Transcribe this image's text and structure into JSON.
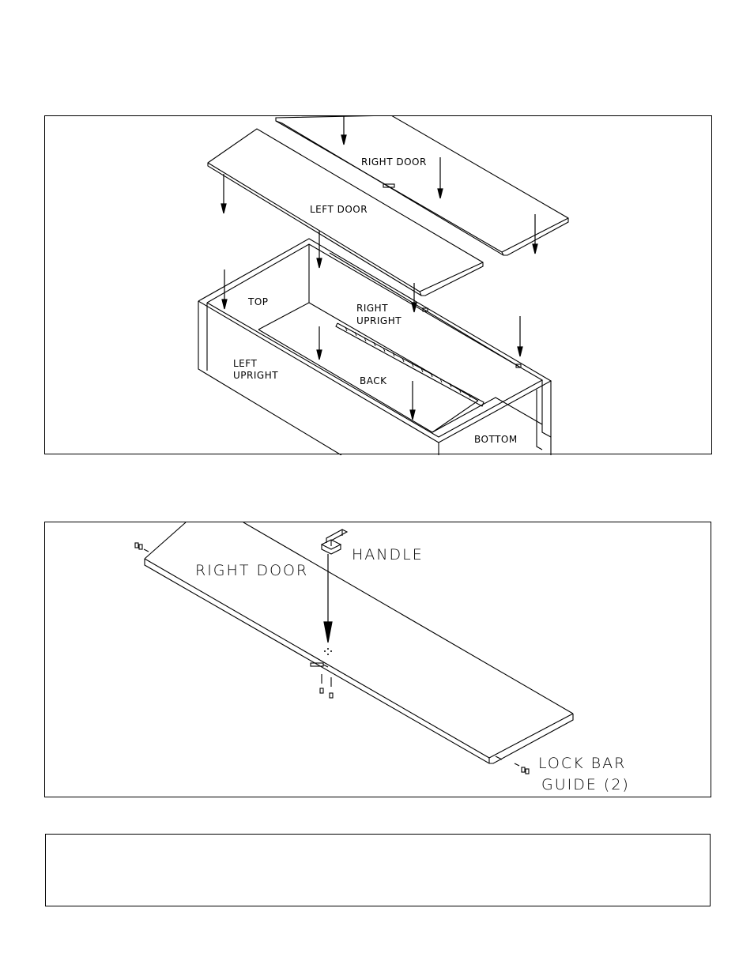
{
  "exploded_view": {
    "right_door": "RIGHT DOOR",
    "left_door": "LEFT DOOR",
    "top": "TOP",
    "right_upright_line1": "RIGHT",
    "right_upright_line2": "UPRIGHT",
    "left_upright_line1": "LEFT",
    "left_upright_line2": "UPRIGHT",
    "back": "BACK",
    "bottom": "BOTTOM"
  },
  "door_detail": {
    "right_door": "RIGHT DOOR",
    "handle": "HANDLE",
    "lock_bar_guide_line1": "LOCK BAR",
    "lock_bar_guide_line2": "GUIDE (2)"
  },
  "notes_box": {}
}
